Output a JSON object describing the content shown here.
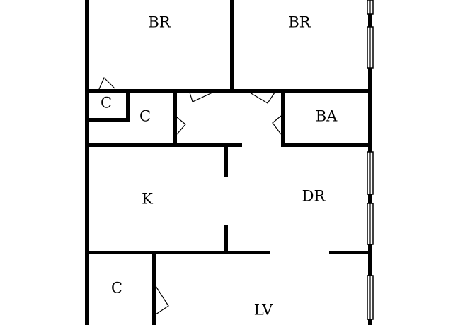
{
  "floorplan": {
    "colors": {
      "wall": "#000000",
      "background": "#ffffff"
    },
    "rooms": [
      {
        "id": "bedroom-1",
        "label": "BR"
      },
      {
        "id": "bedroom-2",
        "label": "BR"
      },
      {
        "id": "closet-small",
        "label": "C"
      },
      {
        "id": "closet-hall",
        "label": "C"
      },
      {
        "id": "bathroom",
        "label": "BA"
      },
      {
        "id": "kitchen",
        "label": "K"
      },
      {
        "id": "dining-room",
        "label": "DR"
      },
      {
        "id": "closet-lower",
        "label": "C"
      },
      {
        "id": "living-room",
        "label": "LV"
      }
    ]
  }
}
